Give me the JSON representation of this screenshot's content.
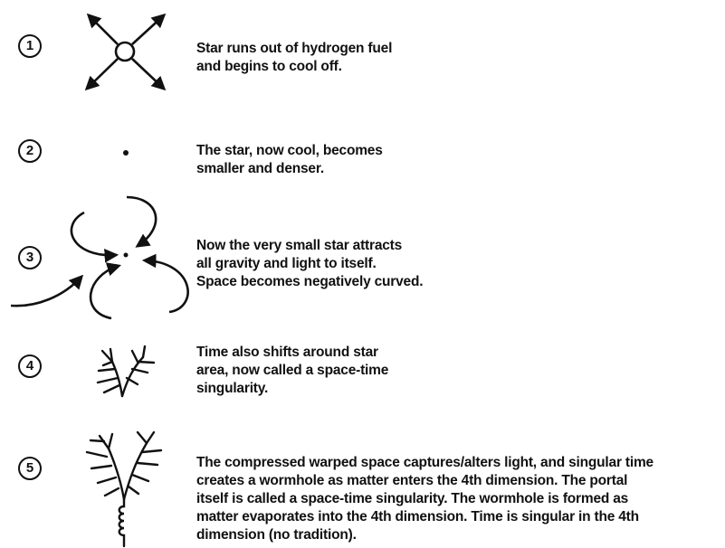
{
  "steps": [
    {
      "number": "1",
      "text": "Star runs out of hydrogen fuel\nand begins to cool off."
    },
    {
      "number": "2",
      "text": "The star, now cool, becomes\nsmaller and denser."
    },
    {
      "number": "3",
      "text": "Now the very small star attracts\nall gravity and light to itself.\nSpace becomes negatively curved."
    },
    {
      "number": "4",
      "text": "Time also shifts around star\narea, now called a space-time\nsingularity."
    },
    {
      "number": "5",
      "text": "The compressed warped space captures/alters light, and singular time\ncreates a wormhole as matter enters the 4th dimension. The portal\nitself is called a space-time singularity. The wormhole is formed as\nmatter evaporates into the 4th dimension. Time is singular in the 4th\ndimension (no tradition)."
    }
  ]
}
